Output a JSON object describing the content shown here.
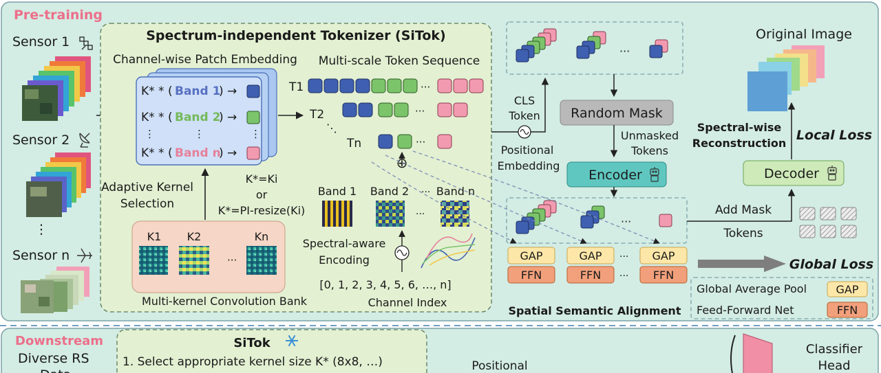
{
  "pretrain": {
    "section_label": "Pre-training",
    "sensor1": "Sensor 1",
    "sensor2": "Sensor 2",
    "sensor_dots": "⋮",
    "sensorn": "Sensor n",
    "sitok_title": "Spectrum-independent Tokenizer (SiTok)",
    "channel_patch_embedding": "Channel-wise Patch Embedding",
    "multiscale_sequence": "Multi-scale Token Sequence",
    "bands": {
      "prefix": "K* * (",
      "band1": "Band 1",
      "band2": "Band 2",
      "bandn": "Band n",
      "suffix": ") →",
      "vdots": "⋮"
    },
    "rows": {
      "t1": "T1",
      "t2": "T2",
      "tn": "Tn",
      "ellipsis": "···",
      "dots_between": "⋱"
    },
    "adaptive_kernel": [
      "Adaptive Kernel",
      "Selection"
    ],
    "kstar_rule": [
      "K*=Ki",
      "or",
      "K*=PI-resize(Ki)"
    ],
    "kernels": {
      "k1": "K1",
      "k2": "K2",
      "kn": "Kn",
      "dots": "···"
    },
    "kernel_bank": "Multi-kernel Convolution Bank",
    "plus_symbol": "⊕",
    "band_patterns": {
      "b1": "Band 1",
      "b2": "Band 2",
      "sep": "···",
      "bn": "Band n",
      "dots": "···"
    },
    "spectral_aware": [
      "Spectral-aware",
      "Encoding"
    ],
    "channel_seq": "[0, 1, 2, 3, 4, 5, 6, …, n]",
    "channel_index": "Channel Index",
    "cls_token": [
      "CLS",
      "Token"
    ],
    "positional_embedding": [
      "Positional",
      "Embedding"
    ],
    "random_mask": "Random Mask",
    "unmasked_tokens": [
      "Unmasked",
      "Tokens"
    ],
    "encoder": "Encoder",
    "decoder": "Decoder",
    "original_image": "Original Image",
    "spectral_recon": [
      "Spectral-wise",
      "Reconstruction"
    ],
    "local_loss": "Local Loss",
    "add_mask": "Add Mask",
    "tokens": "Tokens",
    "gap": "GAP",
    "ffn": "FFN",
    "head_dots": "···",
    "global_loss": "Global Loss",
    "spatial_alignment": "Spatial  Semantic  Alignment",
    "legend_gap_label": "Global Average Pool",
    "legend_ffn_label": "Feed-Forward Net",
    "top_dots": "···"
  },
  "downstream": {
    "section_label": "Downstream",
    "diverse_rs": "Diverse RS",
    "data_cut": "Data",
    "sitok_label": "SiTok",
    "step1": "1. Select appropriate kernel size K* (8x8, …)",
    "positional": "Positional",
    "classifier": [
      "Classifier",
      "Head"
    ]
  },
  "colors": {
    "panel_bg": "#d3ece4",
    "panel_border": "#7aa2a8",
    "inner_bg": "#e3f0d2",
    "pink_label": "#ec6f8a",
    "blue_token": "#3f5fb0",
    "green_token": "#7cc46a",
    "pink_token": "#f29bb0",
    "band_blue": "#5770c2",
    "band_green": "#74b95a",
    "band_pink": "#e6809a",
    "gap_fill": "#fde7a8",
    "ffn_fill": "#f2a07b",
    "encoder_fill": "#5fc7c0",
    "decoder_fill": "#cdeab8",
    "mask_fill": "#b9b9b9",
    "loss_arrow": "#7e7e7e"
  },
  "icons": {
    "sensor1": "satellite-icon",
    "sensor2": "dish-antenna-icon",
    "sensorn": "airplane-icon",
    "encoder_bot": "robot-icon",
    "decoder_bot": "robot-icon",
    "frozen": "snowflake-icon",
    "wave": "sine-wave-icon"
  }
}
